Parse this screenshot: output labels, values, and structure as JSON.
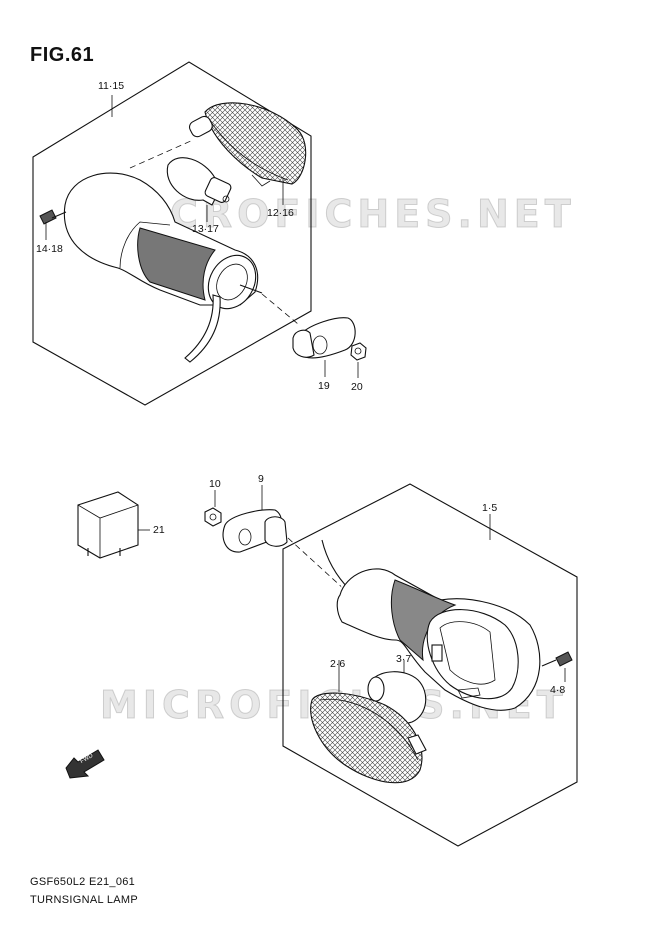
{
  "figure": {
    "title": "FIG.61"
  },
  "watermarks": [
    "MICROFICHES.NET",
    "MICROFICHES.NET"
  ],
  "parts": {
    "p11_15": "11·15",
    "p12_16": "12·16",
    "p13_17": "13·17",
    "p14_18": "14·18",
    "p19": "19",
    "p20": "20",
    "p10": "10",
    "p9": "9",
    "p21": "21",
    "p1_5": "1·5",
    "p2_6": "2·6",
    "p3_7": "3·7",
    "p4_8": "4·8"
  },
  "fwd_arrow": {
    "label": "FWD"
  },
  "footer": {
    "model_code": "GSF650L2 E21_061",
    "caption": "TURNSIGNAL LAMP"
  }
}
